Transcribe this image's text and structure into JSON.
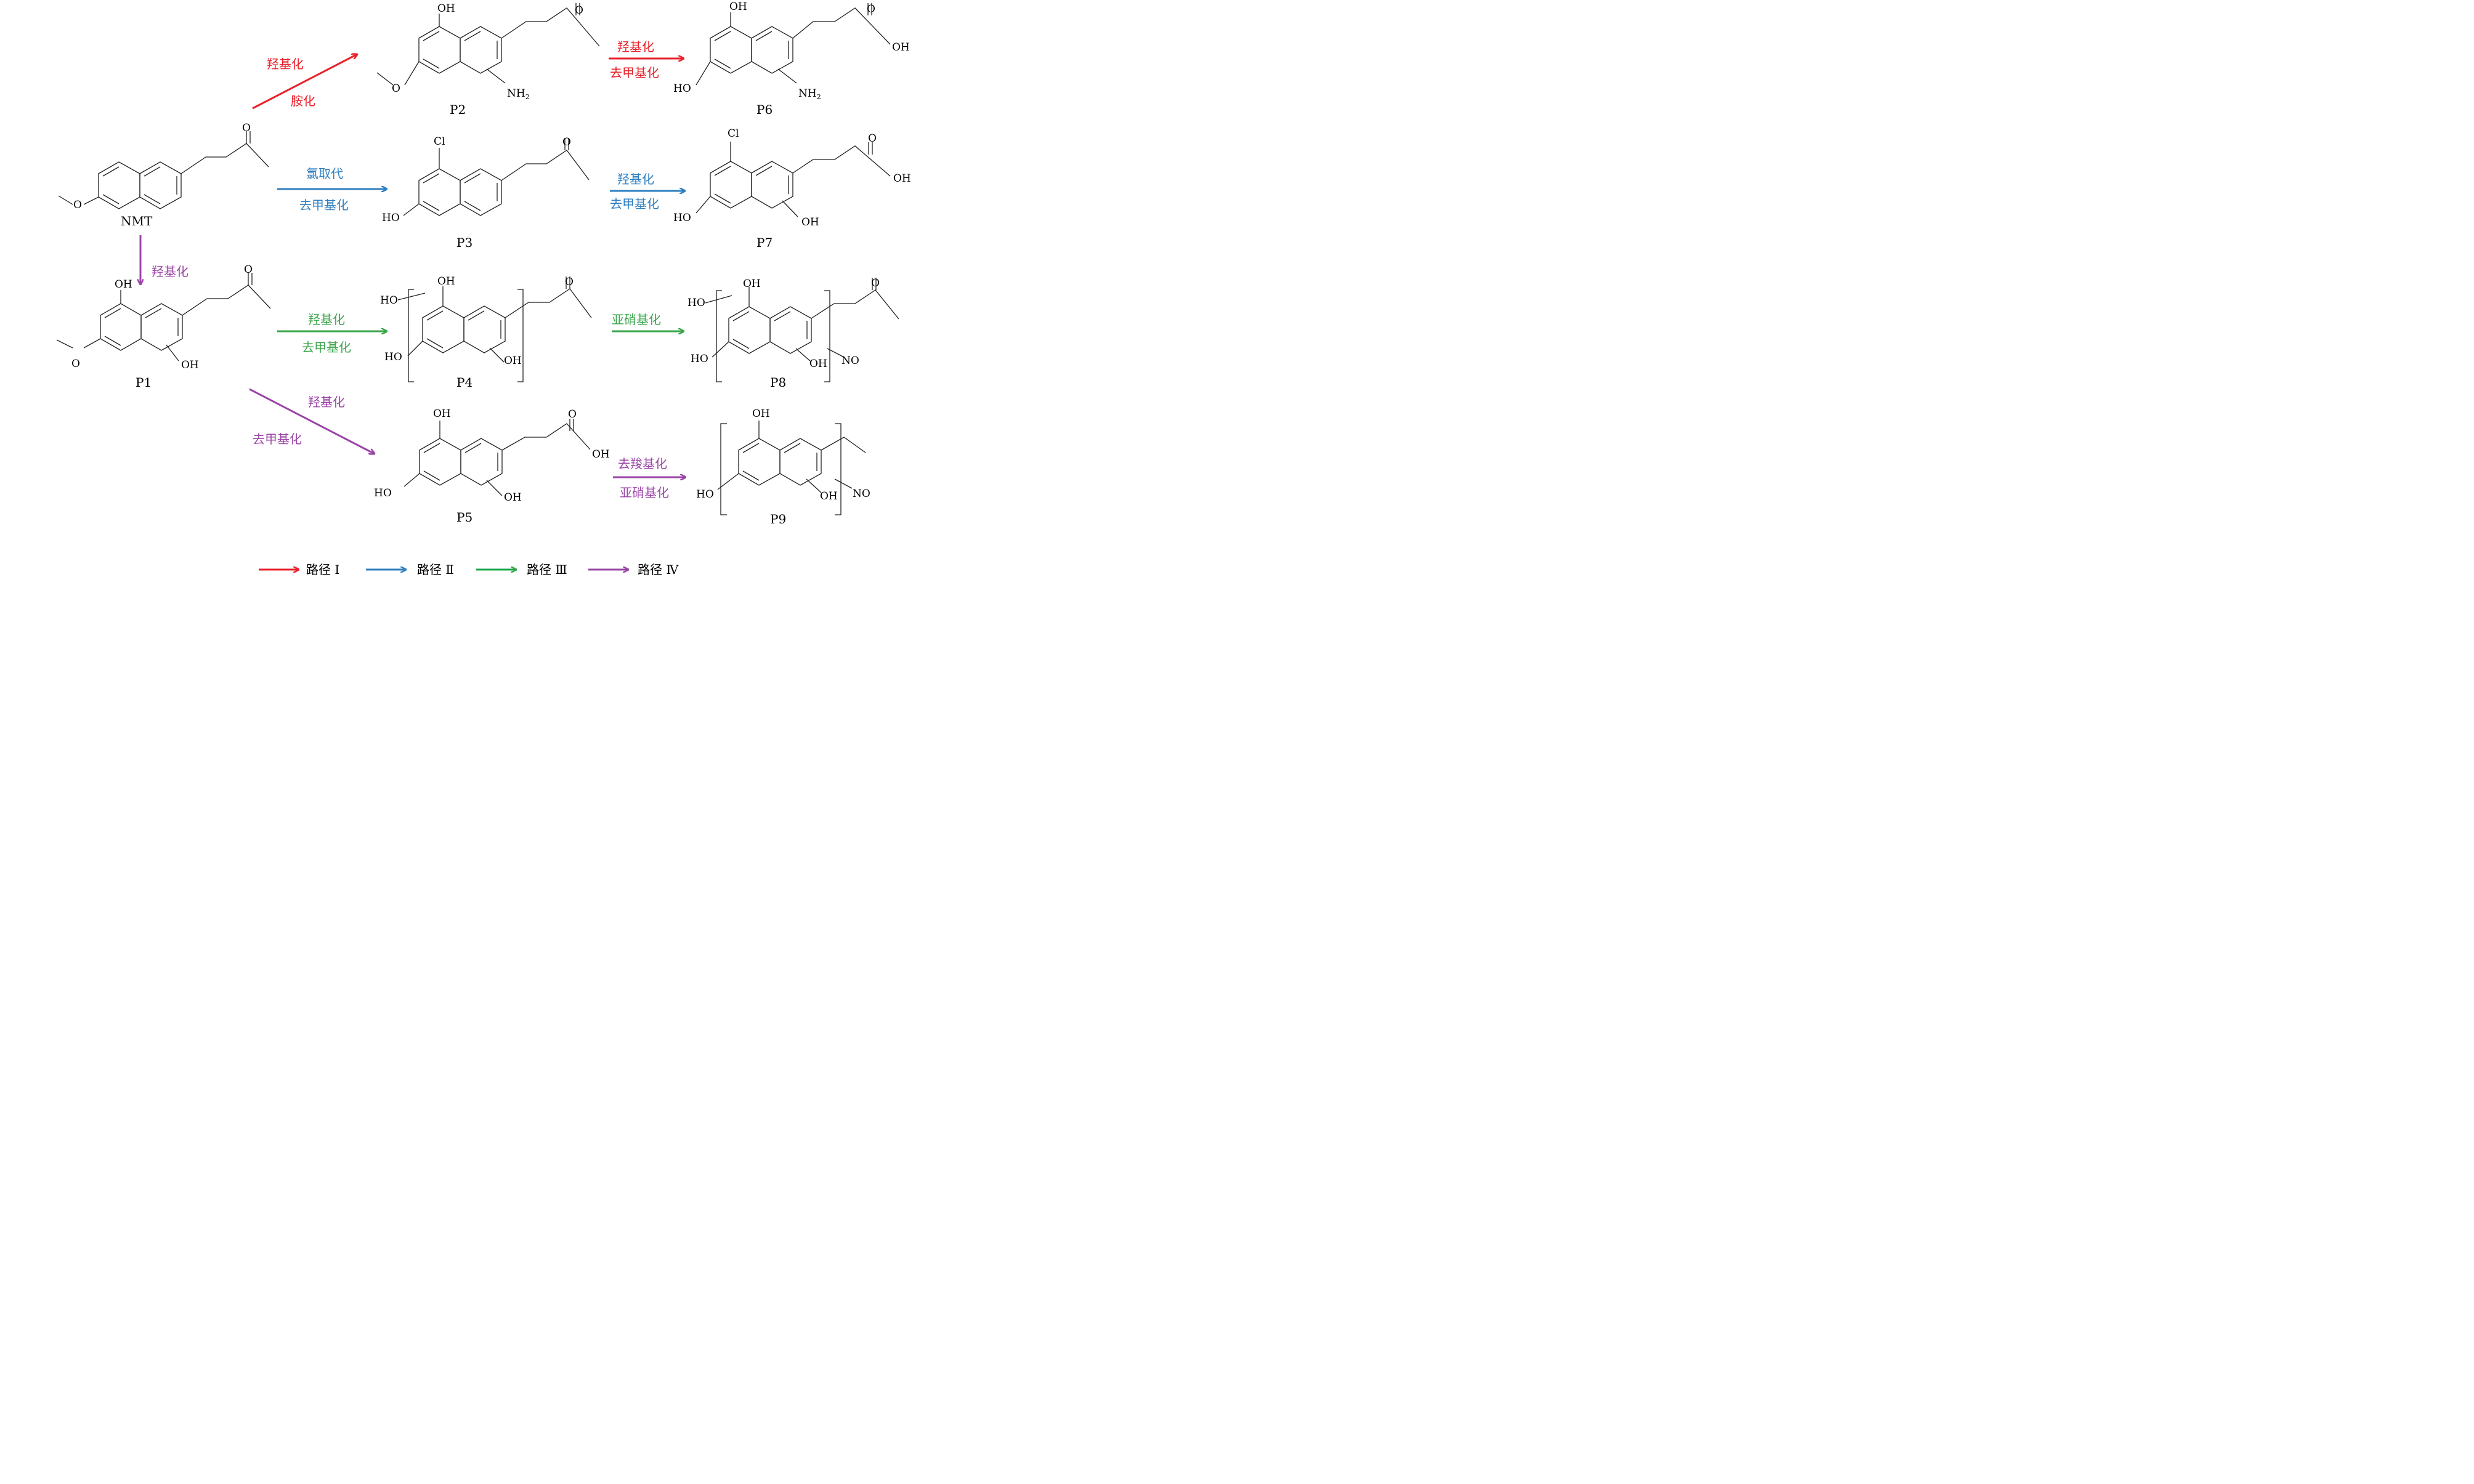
{
  "colors": {
    "route1": "#e8212a",
    "route2": "#2f7fc1",
    "route3": "#3aa64a",
    "route4": "#9b44a7",
    "ink": "#231f20"
  },
  "compounds": {
    "nmt": "NMT",
    "p1": "P1",
    "p2": "P2",
    "p3": "P3",
    "p4": "P4",
    "p5": "P5",
    "p6": "P6",
    "p7": "P7",
    "p8": "P8",
    "p9": "P9"
  },
  "atoms": {
    "oh": "OH",
    "ho": "HO",
    "o": "O",
    "cl": "Cl",
    "nh2": "NH",
    "nh2_sub": "2",
    "no": "NO"
  },
  "steps": {
    "nmt_p2_a": "羟基化",
    "nmt_p2_b": "胺化",
    "p2_p6_a": "羟基化",
    "p2_p6_b": "去甲基化",
    "nmt_p3_a": "氯取代",
    "nmt_p3_b": "去甲基化",
    "p3_p7_a": "羟基化",
    "p3_p7_b": "去甲基化",
    "nmt_p1": "羟基化",
    "p1_p4_a": "羟基化",
    "p1_p4_b": "去甲基化",
    "p4_p8": "亚硝基化",
    "p1_p5_a": "羟基化",
    "p1_p5_b": "去甲基化",
    "p5_p9_a": "去羧基化",
    "p5_p9_b": "亚硝基化"
  },
  "legend": [
    {
      "label": "路径 Ⅰ",
      "color": "#e8212a"
    },
    {
      "label": "路径 Ⅱ",
      "color": "#2f7fc1"
    },
    {
      "label": "路径 Ⅲ",
      "color": "#1aa84b"
    },
    {
      "label": "路径 Ⅳ",
      "color": "#9b44a7"
    }
  ]
}
